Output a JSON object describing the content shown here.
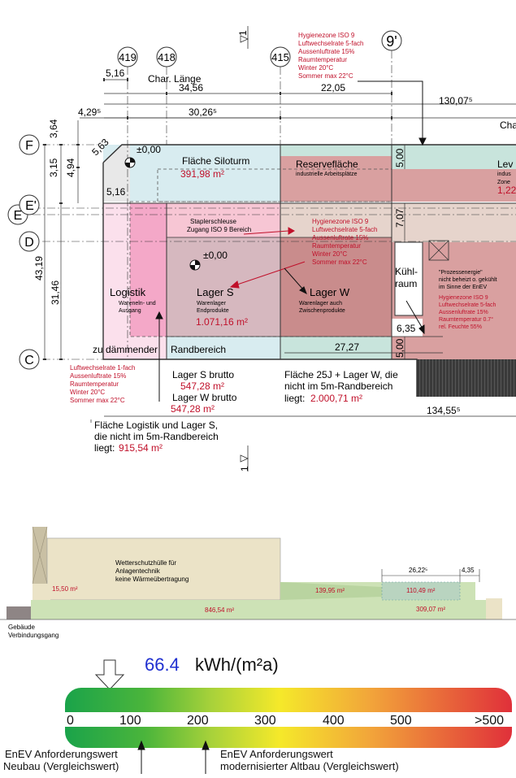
{
  "axes": {
    "a419": "419",
    "a418": "418",
    "a415": "415",
    "a9p": "9'",
    "F": "F",
    "E": "E",
    "Ep": "E'",
    "D": "D",
    "C": "C"
  },
  "markers": {
    "top": "1",
    "bottom": "1"
  },
  "hygiene_top": [
    "Hygienezone ISO 9",
    "Luftwechselrate 5-fach",
    "Aussenluftrate 15%",
    "Raumtemperatur",
    "Winter 20°C",
    "Sommer max 22°C"
  ],
  "dims": {
    "d516a": "5,16",
    "char_laenge": "Char. Länge",
    "d3456": "34,56",
    "d2205": "22,05",
    "d4295": "4,29⁵",
    "d3026": "30,26⁵",
    "d13007": "130,07⁵",
    "cha": "Cha",
    "d364": "3,64",
    "d315": "3,15",
    "d494": "4,94",
    "d563": "5,63",
    "d516b": "5,16",
    "d4319": "43,19",
    "d3146": "31,46",
    "d500a": "5,00",
    "d707": "7,07",
    "d635": "6,35",
    "d500b": "5,00",
    "d2727": "27,27",
    "d13455": "134,55⁵"
  },
  "elev": {
    "e1": "±0,00",
    "e2": "±0,00"
  },
  "zones": {
    "siloturm": "Fläche Siloturm",
    "siloturm_area": "391,98 m²",
    "reserve": "Reservefläche",
    "reserve_sub": "industrielle Arbeitsplätze",
    "lev": "Lev",
    "lev_sub1": "indus",
    "lev_sub2": "Zone",
    "lev_area": "1,22",
    "stapler1": "Staplerschleuse",
    "stapler2": "Zugang ISO 9 Bereich",
    "logistik": "Logistik",
    "logistik_sub1": "Wareneln- und",
    "logistik_sub2": "Ausgang",
    "lagers": "Lager S",
    "lagers_sub1": "Warenlager",
    "lagers_sub2": "Endprodukte",
    "lagers_area": "1.071,16 m²",
    "lagerw": "Lager W",
    "lagerw_sub1": "Warenlager auch",
    "lagerw_sub2": "Zwischenprodukte",
    "kuehl1": "Kühl-",
    "kuehl2": "raum",
    "prozess": [
      "\"Prozessenergie\"",
      "nicht beheizt o. gekühlt",
      "im Sinne der EnEV"
    ],
    "prozess_hyg": [
      "Hygienezone ISO 9",
      "Luftwechselrate 5-fach",
      "Aussenluftrate 15%",
      "Raumtemperatur 0.7°",
      "rel. Feuchte 55%"
    ],
    "hyg_mid": [
      "Hygienezone ISO 9",
      "Luftwechselrate 5-fach",
      "Aussenluftrate 15%",
      "Raumtemperatur",
      "Winter 20°C",
      "Sommer max 22°C"
    ],
    "zu_daemm": "zu dämmender",
    "randbereich": "Randbereich"
  },
  "notes": {
    "luft": [
      "Luftwechselrate 1-fach",
      "Aussenluftrate 15%",
      "Raumtemperatur",
      "Winter 20°C",
      "Sommer max 22°C"
    ],
    "lagers_brutto": "Lager S brutto",
    "lagers_brutto_val": "547,28 m²",
    "lagerw_brutto": "Lager W brutto",
    "lagerw_brutto_val": "547,28 m²",
    "flaeche25_1": "Fläche 25J + Lager W, die",
    "flaeche25_2": "nicht im 5m-Randbereich",
    "flaeche25_3": "liegt:",
    "flaeche25_val": "2.000,71 m²",
    "flaeche_log1": "Fläche Logistik und Lager S,",
    "flaeche_log2": "die nicht im 5m-Randbereich",
    "flaeche_log3": "liegt:",
    "flaeche_log_val": "915,54 m²"
  },
  "section": {
    "wetter1": "Wetterschutzhülle für",
    "wetter2": "Anlagentechnik",
    "wetter3": "keine Wärmeübertragung",
    "a1550": "15,50 m²",
    "a84654": "846,54 m²",
    "a13995": "139,95 m²",
    "a11049": "110,49 m²",
    "a30907": "309,07 m²",
    "d2622": "26,22⁵",
    "d435": "4,35",
    "gebaeude1": "Gebäude",
    "gebaeude2": "Verbindungsgang"
  },
  "energy": {
    "value": "66.4",
    "unit": "kWh/(m²a)",
    "scale": [
      "0",
      "100",
      "200",
      "300",
      "400",
      "500",
      ">500"
    ],
    "enev_neubau1": "EnEV Anforderungswert",
    "enev_neubau2": "Neubau (Vergleichswert)",
    "enev_alt1": "EnEV Anforderungswert",
    "enev_alt2": "modernisierter Altbau (Vergleichswert)",
    "colors": {
      "value": "#1f2fd0",
      "green": "#1aa34a",
      "yellow": "#f5e92a",
      "red": "#e0303a"
    }
  }
}
